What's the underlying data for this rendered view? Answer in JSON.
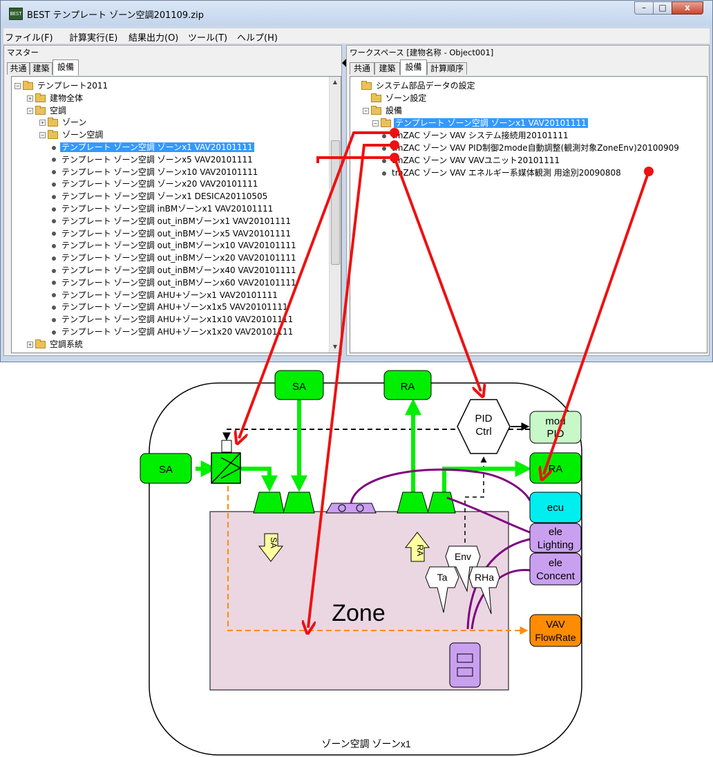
{
  "window": {
    "title": "BEST テンプレート ゾーン空調201109.zip",
    "icon_text": "BEST",
    "buttons": {
      "minimize": "–",
      "maximize": "□",
      "close": "x"
    }
  },
  "menu": [
    "ファイル(F)",
    "計算実行(E)",
    "結果出力(O)",
    "ツール(T)",
    "ヘルプ(H)"
  ],
  "master": {
    "title": "マスター",
    "tabs": [
      "共通",
      "建築",
      "設備"
    ],
    "active_tab": "設備",
    "tree": [
      {
        "label": "テンプレート2011",
        "level": 0,
        "kind": "folder",
        "expander": "−"
      },
      {
        "label": "建物全体",
        "level": 1,
        "kind": "folder",
        "expander": "+"
      },
      {
        "label": "空調",
        "level": 1,
        "kind": "folder",
        "expander": "−"
      },
      {
        "label": "ゾーン",
        "level": 2,
        "kind": "folder",
        "expander": "+"
      },
      {
        "label": "ゾーン空調",
        "level": 2,
        "kind": "folder",
        "expander": "−"
      },
      {
        "label": "テンプレート ゾーン空調 ゾーンx1 VAV20101111",
        "level": 3,
        "kind": "item",
        "selected": true
      },
      {
        "label": "テンプレート ゾーン空調 ゾーンx5 VAV20101111",
        "level": 3,
        "kind": "item"
      },
      {
        "label": "テンプレート ゾーン空調 ゾーンx10 VAV20101111",
        "level": 3,
        "kind": "item"
      },
      {
        "label": "テンプレート ゾーン空調 ゾーンx20 VAV20101111",
        "level": 3,
        "kind": "item"
      },
      {
        "label": "テンプレート ゾーン空調 ゾーンx1 DESICA20110505",
        "level": 3,
        "kind": "item"
      },
      {
        "label": "テンプレート ゾーン空調 inBMゾーンx1 VAV20101111",
        "level": 3,
        "kind": "item"
      },
      {
        "label": "テンプレート ゾーン空調 out_inBMゾーンx1 VAV20101111",
        "level": 3,
        "kind": "item"
      },
      {
        "label": "テンプレート ゾーン空調 out_inBMゾーンx5 VAV20101111",
        "level": 3,
        "kind": "item"
      },
      {
        "label": "テンプレート ゾーン空調 out_inBMゾーンx10 VAV20101111",
        "level": 3,
        "kind": "item"
      },
      {
        "label": "テンプレート ゾーン空調 out_inBMゾーンx20 VAV20101111",
        "level": 3,
        "kind": "item"
      },
      {
        "label": "テンプレート ゾーン空調 out_inBMゾーンx40 VAV20101111",
        "level": 3,
        "kind": "item"
      },
      {
        "label": "テンプレート ゾーン空調 out_inBMゾーンx60 VAV20101111",
        "level": 3,
        "kind": "item"
      },
      {
        "label": "テンプレート ゾーン空調 AHU+ゾーンx1 VAV20101111",
        "level": 3,
        "kind": "item"
      },
      {
        "label": "テンプレート ゾーン空調 AHU+ゾーンx1x5 VAV20101111",
        "level": 3,
        "kind": "item"
      },
      {
        "label": "テンプレート ゾーン空調 AHU+ゾーンx1x10 VAV20101111",
        "level": 3,
        "kind": "item"
      },
      {
        "label": "テンプレート ゾーン空調 AHU+ゾーンx1x20 VAV20101111",
        "level": 3,
        "kind": "item"
      },
      {
        "label": "空調系統",
        "level": 1,
        "kind": "folder",
        "expander": "+"
      }
    ]
  },
  "workspace": {
    "title": "ワークスペース [建物名称 - Object001]",
    "tabs": [
      "共通",
      "建築",
      "設備",
      "計算順序"
    ],
    "active_tab": "設備",
    "tree": [
      {
        "label": "システム部品データの設定",
        "level": 0,
        "kind": "folder"
      },
      {
        "label": "ゾーン設定",
        "level": 1,
        "kind": "folder"
      },
      {
        "label": "設備",
        "level": 1,
        "kind": "folder",
        "expander": "−"
      },
      {
        "label": "テンプレート ゾーン空調 ゾーンx1 VAV20101111",
        "level": 2,
        "kind": "folder",
        "expander": "−",
        "selected": true
      },
      {
        "label": "tmZAC ゾーン VAV システム接続用20101111",
        "level": 3,
        "kind": "item"
      },
      {
        "label": "tmZAC ゾーン VAV PID制御2mode自動調整(観測対象ZoneEnv)20100909",
        "level": 3,
        "kind": "item"
      },
      {
        "label": "tmZAC ゾーン VAV VAVユニット20101111",
        "level": 3,
        "kind": "item"
      },
      {
        "label": "tmZAC ゾーン VAV エネルギー系媒体観測 用途別20090808",
        "level": 3,
        "kind": "item"
      }
    ]
  },
  "diagram": {
    "caption": "ゾーン空調 ゾーンx1",
    "zone_label": "Zone",
    "sa_top": "SA",
    "ra_top": "RA",
    "sa_left": "SA",
    "ra_right": "RA",
    "pid_ctrl": [
      "PID",
      "Ctrl"
    ],
    "mod_pid": [
      "mod",
      "PID"
    ],
    "ecu": "ecu",
    "ele_lighting": [
      "ele",
      "Lighting"
    ],
    "ele_concent": [
      "ele",
      "Concent"
    ],
    "vav_flowrate": [
      "VAV",
      "FlowRate"
    ],
    "env": "Env",
    "ta": "Ta",
    "rha": "RHa",
    "sa_arrow": "SA",
    "ra_arrow": "RA",
    "colors": {
      "green": "#00ee00",
      "zone_fill": "#ead7e2",
      "purple": "#800080",
      "orange": "#ff8c00",
      "red": "#ee1111",
      "cyan": "#00eeee",
      "lavender": "#c9a0f0",
      "mint": "#c8f7c8"
    }
  }
}
